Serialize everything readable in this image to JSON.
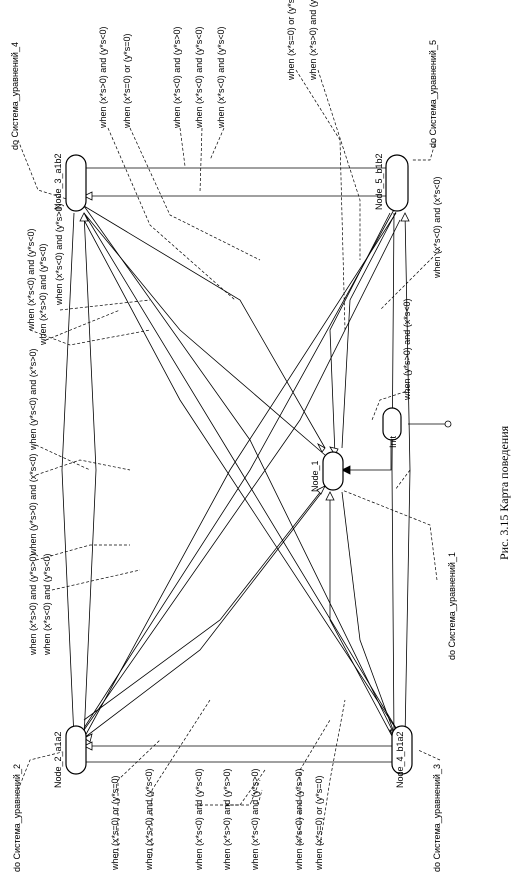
{
  "nodes": {
    "node1": "Node_1",
    "node2": "Node_2_a1a2",
    "node3": "Node_3_a1b2",
    "node4": "Node_4_b1a2",
    "node5": "Node_5_b1b2",
    "init": "Init"
  },
  "actions": {
    "n1": "do Система_уравнений_1",
    "n2": "do Система_уравнений_2",
    "n3": "do Система_уравнений_3",
    "n4": "do Система_уравнений_4",
    "n5": "do Система_уравнений_5"
  },
  "conditions": {
    "c01": "when (x*s>0) and (y*s<0)",
    "c02": "when (x*s=0) or (y*s=0)",
    "c03": "when (x*s<0) and (y*s>0)",
    "c04": "when (x*s<0) and (y*s<0)",
    "c05": "when (x*s=0) or (y*s=0)",
    "c06": "when (x*s>0) and (y*s>0)",
    "c07": "when (x*s<0) and (y*s<0)",
    "c08": "when (x*s>0) and (y*s<0)",
    "c09": "when (x*s<0) and (y*s>0)",
    "c10": "when (y*s<0) and (x*s>0)",
    "c11": "when (y*s>0) and (x*s<0)",
    "c12": "when (x*s<0) and (x*s<0)",
    "c13": "when (y*s>0) and (x*s<0)",
    "c14": "when (x*s>0) and (y*s>0)",
    "c15": "when (x*s<0) and (y*s<0)",
    "c16": "when (x*s=0) or (y*s=0)",
    "c17": "when (x*s>0) and (y*s<0)",
    "c18": "when (x*s<0) and (y*s<0)",
    "c19": "when (x*s>0) and (y*s>0)",
    "c20": "when (x*s<0) and (y*s>0)",
    "c21": "when (x*s<0) and (y*s>0)",
    "c22": "when (x*s=0) or (y*s=0)"
  },
  "caption": "Рис. 3.15 Карта поведения"
}
